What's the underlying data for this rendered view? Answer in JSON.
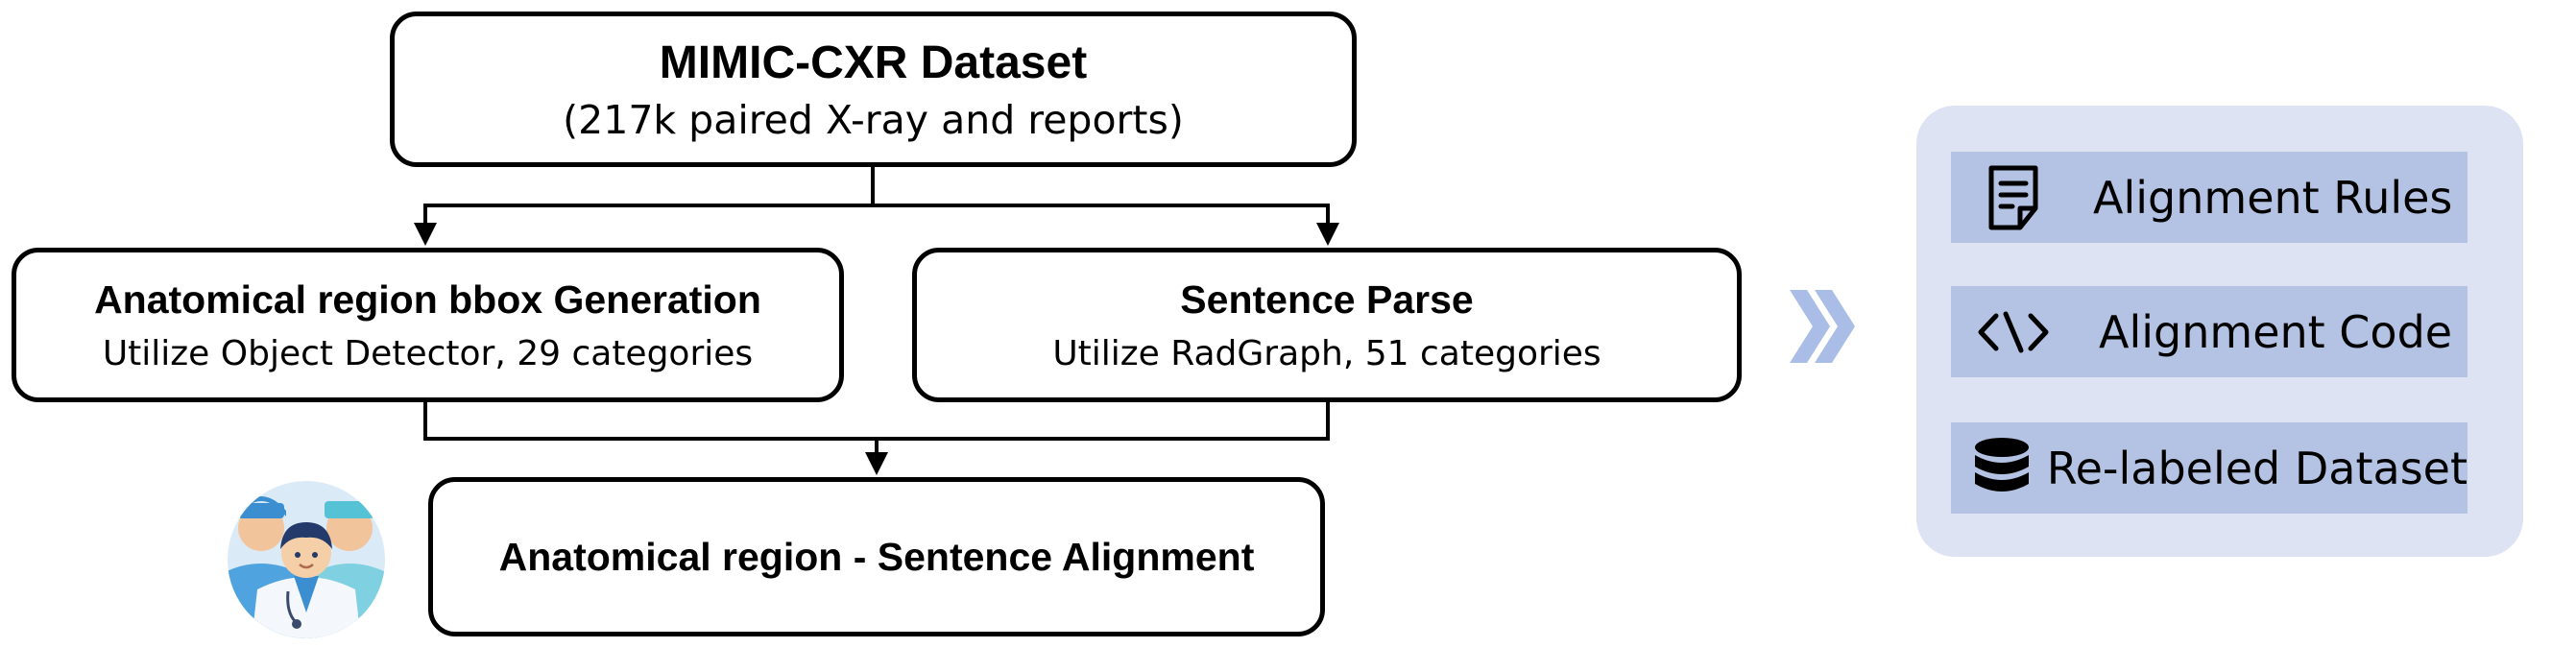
{
  "dataset_box": {
    "title": "MIMIC-CXR Dataset",
    "subtitle": "(217k paired X-ray and reports)"
  },
  "bbox_box": {
    "title": "Anatomical region bbox Generation",
    "subtitle": "Utilize Object Detector,  29 categories"
  },
  "parse_box": {
    "title": "Sentence Parse",
    "subtitle": "Utilize RadGraph,  51 categories"
  },
  "alignment_box": {
    "title": "Anatomical region - Sentence Alignment"
  },
  "outputs": [
    {
      "label": "Alignment Rules",
      "icon": "document-icon"
    },
    {
      "label": "Alignment Code",
      "icon": "code-icon"
    },
    {
      "label": "Re-labeled Dataset",
      "icon": "database-icon"
    }
  ],
  "colors": {
    "panel_bg": "#dde3f2",
    "item_bg": "#b4c3e3",
    "chevron": "#a9bde6",
    "stroke": "#000000"
  }
}
